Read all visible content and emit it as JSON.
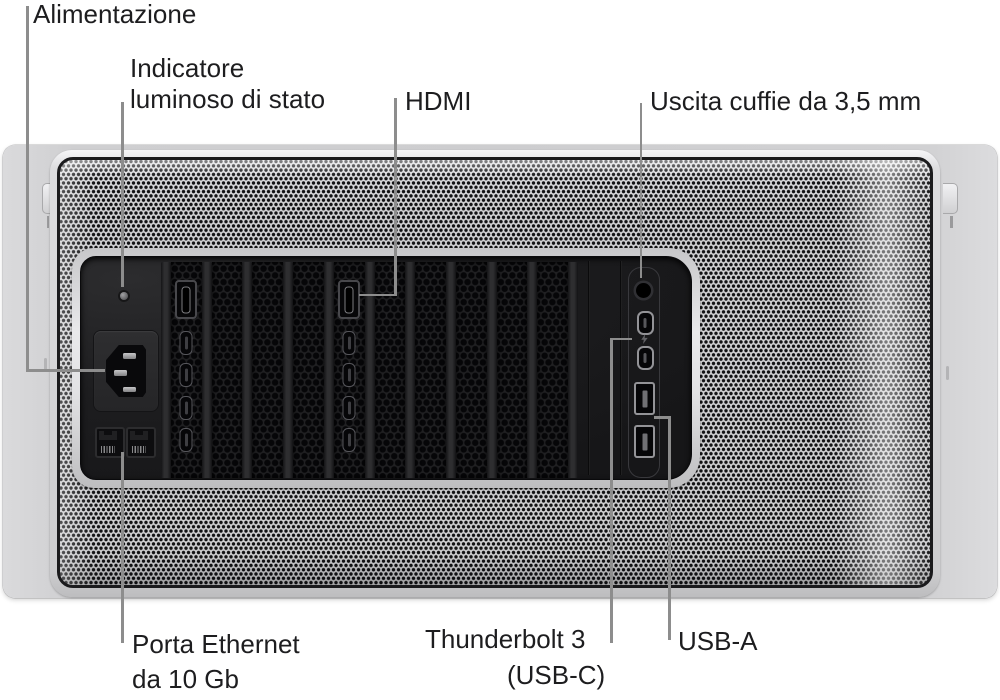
{
  "labels": {
    "power": "Alimentazione",
    "status_light": [
      "Indicatore",
      "luminoso di stato"
    ],
    "hdmi": "HDMI",
    "headphone": "Uscita cuffie da 3,5 mm",
    "ethernet": [
      "Porta Ethernet",
      "da 10 Gb"
    ],
    "thunderbolt": [
      "Thunderbolt 3",
      "(USB-C)"
    ],
    "usb_a": "USB-A"
  },
  "device": {
    "pci_slot_count": 10,
    "port_card_slot_indices": [
      0,
      4
    ],
    "hdmi_ports_per_card": 1,
    "usbc_ports_per_card": 4,
    "ethernet_port_count": 2,
    "thunderbolt_port_count": 2,
    "usb_a_port_count": 2,
    "status_led_count": 1,
    "headphone_jack_count": 1
  },
  "colors": {
    "label_text": "#1d1d1f",
    "leader": "#8d8d8d",
    "outer_silver": "#d3d3d5",
    "mesh_bg": "#d6d6d8",
    "mesh_dot": "#121214",
    "panel_dark": "#1c1c1e",
    "port_outline": "#939397"
  }
}
